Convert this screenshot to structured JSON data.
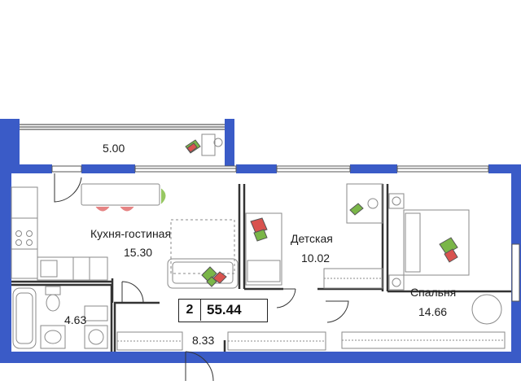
{
  "apartment": {
    "rooms_count": "2",
    "total_area": "55.44"
  },
  "rooms": {
    "balcony": {
      "area": "5.00"
    },
    "kitchen_living": {
      "name": "Кухня-гостиная",
      "area": "15.30"
    },
    "kids_room": {
      "name": "Детская",
      "area": "10.02"
    },
    "bedroom": {
      "name": "Спальня",
      "area": "14.66"
    },
    "bathroom": {
      "area": "4.63"
    },
    "hallway": {
      "area": "8.33"
    }
  },
  "colors": {
    "wall": "#3a5bc7",
    "line": "#333333",
    "furniture": "#8a8a8a",
    "pillow_green": "#7ab648",
    "pillow_red": "#d9534f",
    "chair_green": "#8cc152",
    "stool_red": "#e06666"
  }
}
